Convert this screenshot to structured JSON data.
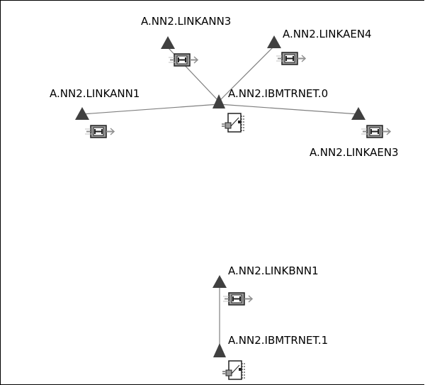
{
  "nodes": {
    "linkann3": {
      "label": "A.NN2.LINKANN3",
      "icon": "link-station-icon"
    },
    "linkaen4": {
      "label": "A.NN2.LINKAEN4",
      "icon": "link-station-icon"
    },
    "linkann1": {
      "label": "A.NN2.LINKANN1",
      "icon": "link-station-icon"
    },
    "ibmtrnet0": {
      "label": "A.NN2.IBMTRNET.0",
      "icon": "port-icon"
    },
    "linkaen3": {
      "label": "A.NN2.LINKAEN3",
      "icon": "link-station-icon"
    },
    "linkbnn1": {
      "label": "A.NN2.LINKBNN1",
      "icon": "link-station-icon"
    },
    "ibmtrnet1": {
      "label": "A.NN2.IBMTRNET.1",
      "icon": "port-icon"
    }
  },
  "colors": {
    "marker": "#404040",
    "connector": "#808080",
    "icon_fill": "#9a9a9a",
    "icon_dark": "#202020"
  }
}
